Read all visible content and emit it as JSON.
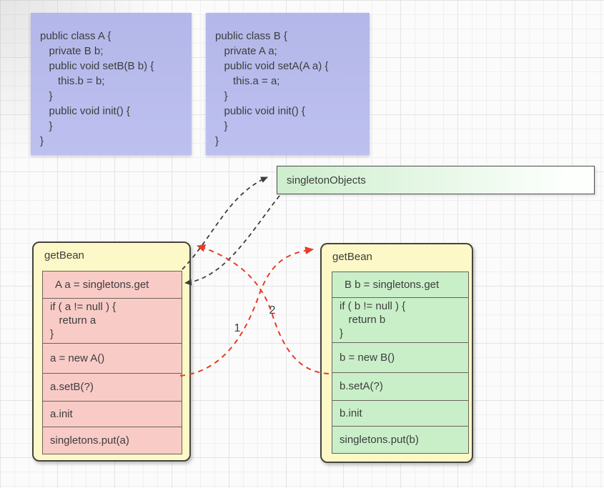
{
  "classA": {
    "code": "public class A {\n   private B b;\n   public void setB(B b) {\n      this.b = b;\n   }\n   public void init() {\n   }\n}"
  },
  "classB": {
    "code": "public class B {\n   private A a;\n   public void setA(A a) {\n      this.a = a;\n   }\n   public void init() {\n   }\n}"
  },
  "cache": {
    "label": "singletonObjects"
  },
  "left_flow": {
    "title": "getBean",
    "steps": [
      "A a = singletons.get",
      "if ( a != null ) {\n   return a\n}",
      "a = new A()",
      "a.setB(?)",
      "a.init",
      "singletons.put(a)"
    ]
  },
  "right_flow": {
    "title": "getBean",
    "steps": [
      "B b = singletons.get",
      "if ( b != null ) {\n   return b\n}",
      "b = new B()",
      "b.setA(?)",
      "b.init",
      "singletons.put(b)"
    ]
  },
  "arrows": {
    "label_1": "1",
    "label_2": "2"
  },
  "colors": {
    "bg": "#fbfbfb",
    "grid": "#f0f0f0",
    "grid-strong": "#e4e4e4",
    "purple-top": "#b3b7e9",
    "purple-bottom": "#bdc0ef",
    "code-text": "#3d3d3d",
    "yellow": "#fdf8c7",
    "dark-border": "#45443e",
    "pink": "#f9cbc7",
    "green": "#c9efc9",
    "row-border": "#6b625a",
    "cache-green": "#cdeecd",
    "cache-border": "#4c4c4c",
    "arrow-black": "#3d3d3d",
    "arrow-red": "#e83b28"
  }
}
